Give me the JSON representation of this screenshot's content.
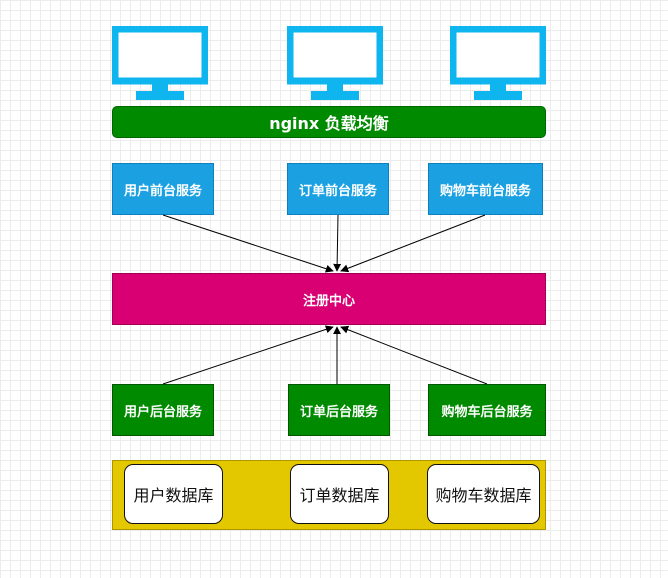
{
  "load_balancer": {
    "label": "nginx 负载均衡"
  },
  "front_services": [
    "用户前台服务",
    "订单前台服务",
    "购物车前台服务"
  ],
  "registry": {
    "label": "注册中心"
  },
  "back_services": [
    "用户后台服务",
    "订单后台服务",
    "购物车后台服务"
  ],
  "databases": [
    "用户数据库",
    "订单数据库",
    "购物车数据库"
  ],
  "colors": {
    "monitor": "#0fb5ee",
    "load_balancer": "#008a00",
    "front_service": "#1ba1e2",
    "registry": "#d80073",
    "back_service": "#008a00",
    "database_band": "#e3c800"
  }
}
